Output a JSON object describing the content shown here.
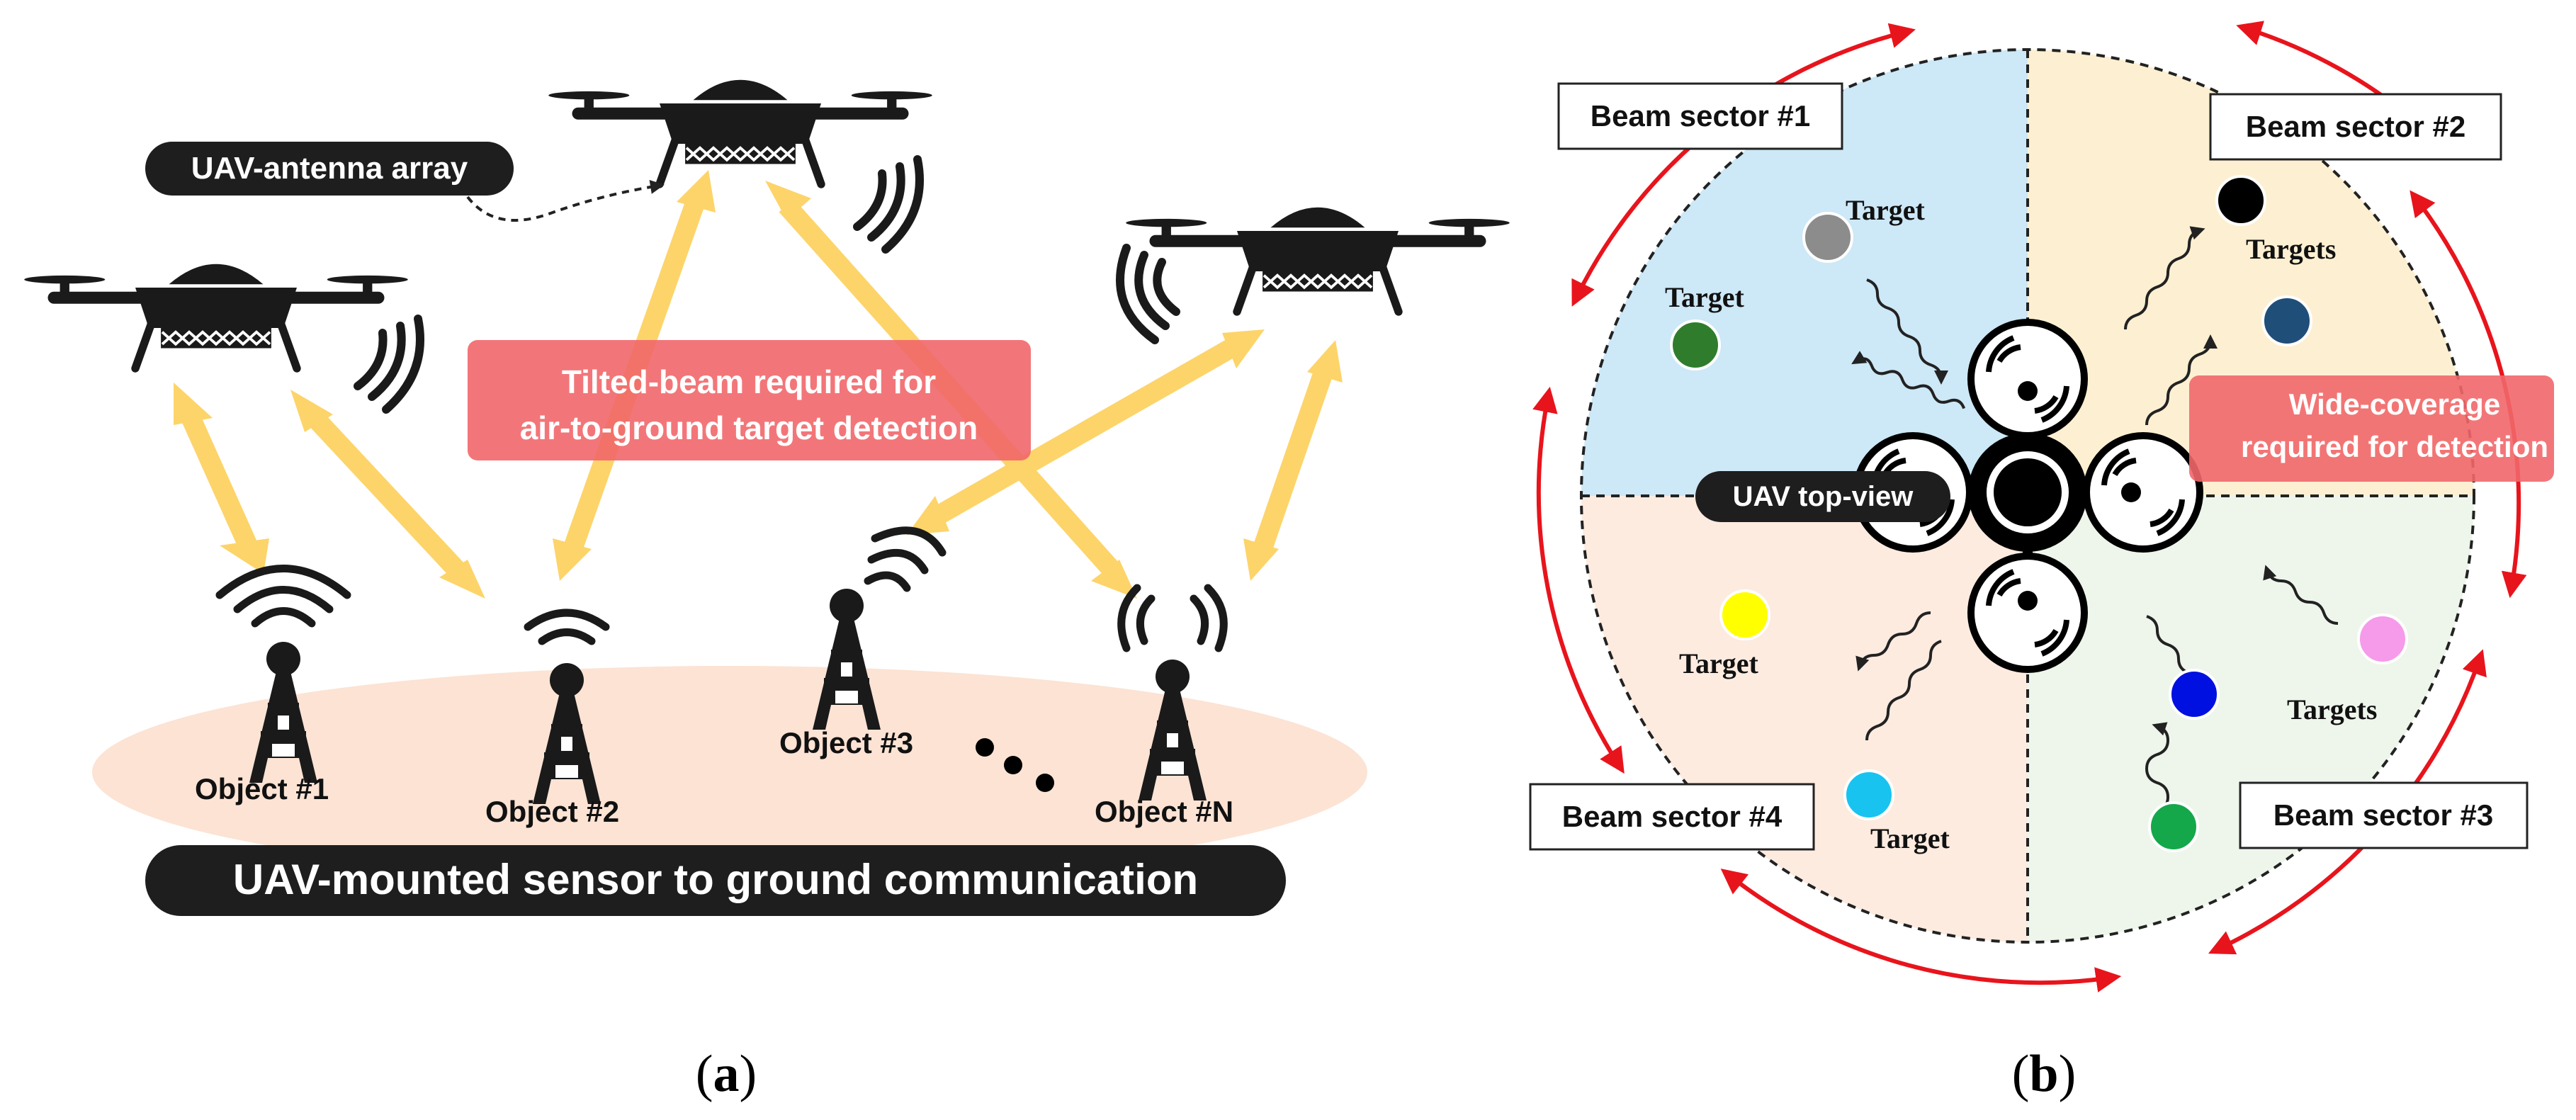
{
  "panel_a": {
    "caption_prefix": "(",
    "caption_letter": "a",
    "caption_suffix": ")",
    "uav_antenna_label": "UAV-antenna array",
    "tilted_beam_line1": "Tilted-beam required for",
    "tilted_beam_line2": "air-to-ground target detection",
    "objects": [
      "Object #1",
      "Object #2",
      "Object #3",
      "Object #N"
    ],
    "bottom_banner": "UAV-mounted sensor to ground communication",
    "colors": {
      "beam_arrow": "#fdd46a",
      "ground_ellipse": "#fce3d4",
      "pink_banner": "#f1676a",
      "dark_label": "#1e1e1e"
    }
  },
  "panel_b": {
    "caption_prefix": "(",
    "caption_letter": "b",
    "caption_suffix": ")",
    "sectors": [
      "Beam sector #1",
      "Beam sector #2",
      "Beam sector #3",
      "Beam sector #4"
    ],
    "uav_label": "UAV top-view",
    "wide_coverage_line1": "Wide-coverage",
    "wide_coverage_line2": "required for detection",
    "target_labels": [
      "Target",
      "Target",
      "Targets",
      "Target",
      "Targets",
      "Target"
    ],
    "colors": {
      "sector1": "#cde8f6",
      "sector2": "#fdf0d2",
      "sector3": "#eef6ec",
      "sector4": "#fdebe0",
      "rotation_arrow": "#e8141c",
      "target_gray": "#8c8c8c",
      "target_green_dark": "#2f7d2c",
      "target_black": "#000000",
      "target_navy": "#1f4e79",
      "target_yellow": "#ffff00",
      "target_cyan": "#19c3f0",
      "target_pink": "#f59bea",
      "target_blue": "#0010e0",
      "target_green": "#14a84a"
    }
  }
}
